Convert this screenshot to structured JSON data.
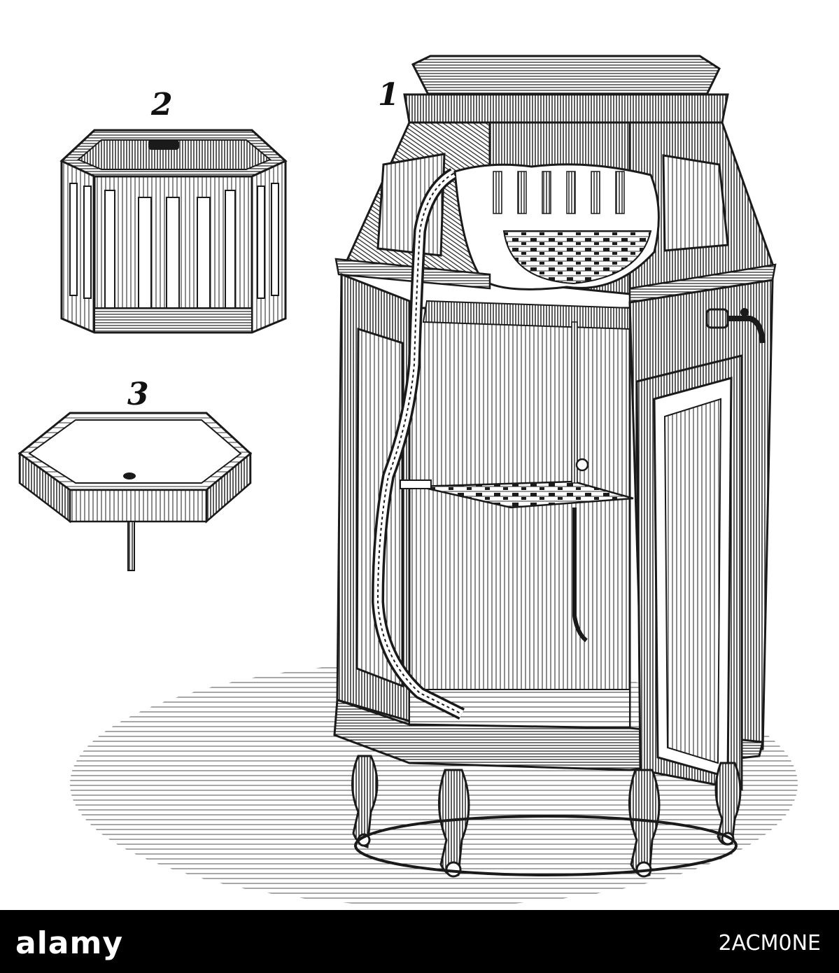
{
  "figure_labels": {
    "fig1": "1",
    "fig2": "2",
    "fig3": "3"
  },
  "footer": {
    "logo": "alamy",
    "image_code": "2ACM0NE",
    "background_color": "#000000",
    "text_color": "#ffffff"
  },
  "illustration": {
    "style": "black-and-white engraving",
    "ink_color": "#1a1a1a",
    "paper_color": "#ffffff"
  }
}
